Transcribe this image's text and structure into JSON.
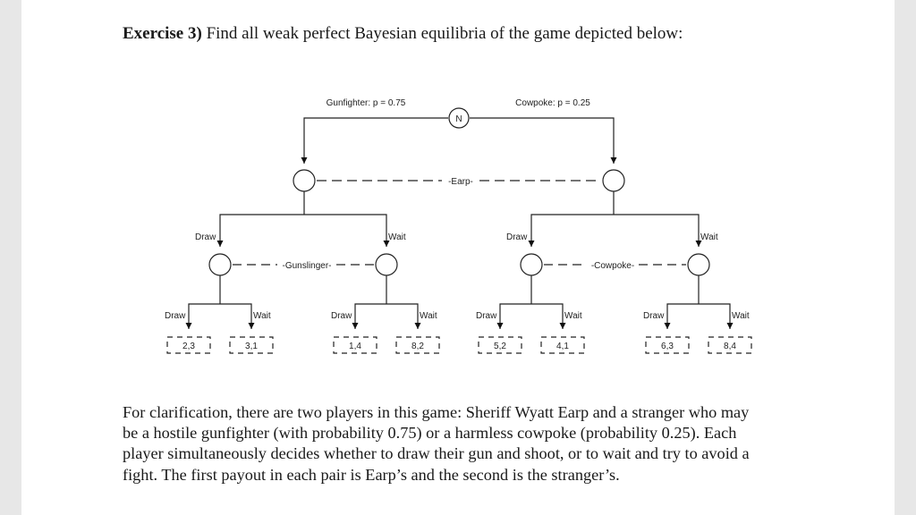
{
  "exercise": {
    "label": "Exercise 3)",
    "question": "Find all weak perfect Bayesian equilibria of the game depicted below:"
  },
  "tree": {
    "nature": {
      "label": "N",
      "left_branch": "Gunfighter: p = 0.75",
      "right_branch": "Cowpoke: p = 0.25"
    },
    "earp_infoset": "-Earp-",
    "gunslinger_infoset": "-Gunslinger-",
    "cowpoke_infoset": "-Cowpoke-",
    "actions": {
      "draw": "Draw",
      "wait": "Wait"
    },
    "payoffs": [
      "2,3",
      "3,1",
      "1,4",
      "8,2",
      "5,2",
      "4,1",
      "6,3",
      "8,4"
    ]
  },
  "clarification": [
    "For clarification, there are two players in this game: Sheriff Wyatt Earp and a stranger who may",
    "be a hostile gunfighter (with probability 0.75) or a harmless cowpoke (probability 0.25). Each",
    "player simultaneously decides whether to draw their gun and shoot, or to wait and try to avoid a",
    "fight. The first payout in each pair is Earp’s and the second is the stranger’s."
  ]
}
